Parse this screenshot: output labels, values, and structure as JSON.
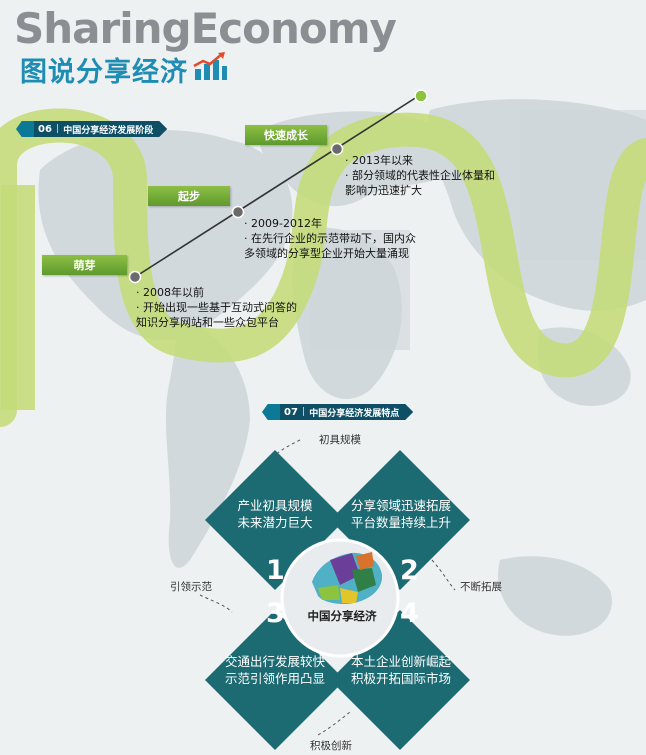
{
  "header": {
    "title_en": "SharingEconomy",
    "title_zh": "图说分享经济"
  },
  "section1": {
    "number": "06",
    "title": "中国分享经济发展阶段",
    "stages": [
      {
        "label": "萌芽",
        "lines": [
          "· 2008年以前",
          "· 开始出现一些基于互动式问答的",
          "知识分享网站和一些众包平台"
        ]
      },
      {
        "label": "起步",
        "lines": [
          "· 2009-2012年",
          "· 在先行企业的示范带动下，国内众",
          "多领域的分享型企业开始大量涌现"
        ]
      },
      {
        "label": "快速成长",
        "lines": [
          "· 2013年以来",
          "· 部分领域的代表性企业体量和",
          "影响力迅速扩大"
        ]
      }
    ]
  },
  "section2": {
    "number": "07",
    "title": "中国分享经济发展特点",
    "center": "中国分享经济",
    "side_labels": {
      "top": "初具规模",
      "right": "不断拓展",
      "bottom": "积极创新",
      "left": "引领示范"
    },
    "quadrants": [
      {
        "digit": "1",
        "lines": [
          "产业初具规模",
          "未来潜力巨大"
        ]
      },
      {
        "digit": "2",
        "lines": [
          "分享领域迅速拓展",
          "平台数量持续上升"
        ]
      },
      {
        "digit": "3",
        "lines": [
          "交通出行发展较快",
          "示范引领作用凸显"
        ]
      },
      {
        "digit": "4",
        "lines": [
          "本土企业创新崛起",
          "积极开拓国际市场"
        ]
      }
    ]
  },
  "colors": {
    "title_blue": "#1f8db3",
    "banner_dark": "#0f4f66",
    "stage_green": "#6fa933",
    "road_green": "#c4dc7a",
    "quad_teal": "#1c6a72"
  }
}
